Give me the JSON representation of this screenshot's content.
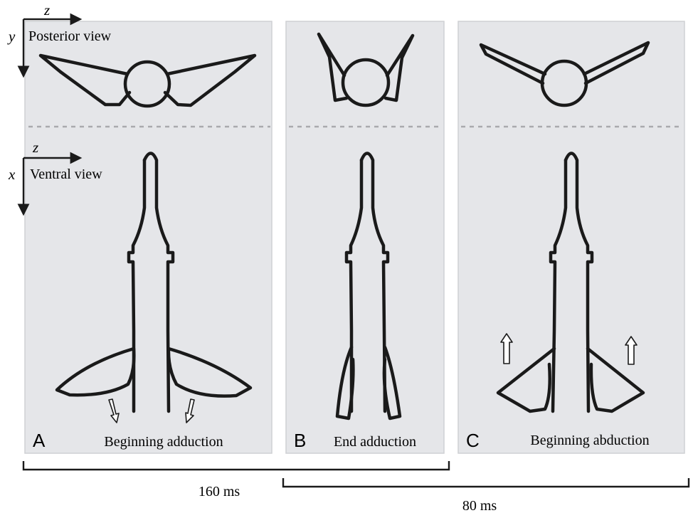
{
  "axes": {
    "posterior": {
      "horizontal": "z",
      "vertical": "y",
      "label": "Posterior view"
    },
    "ventral": {
      "horizontal": "z",
      "vertical": "x",
      "label": "Ventral view"
    }
  },
  "panels": [
    {
      "letter": "A",
      "caption": "Beginning adduction",
      "arrows": "down"
    },
    {
      "letter": "B",
      "caption": "End adduction",
      "arrows": "none"
    },
    {
      "letter": "C",
      "caption": "Beginning abduction",
      "arrows": "up"
    }
  ],
  "timings": [
    {
      "label": "160 ms"
    },
    {
      "label": "80 ms"
    }
  ],
  "colors": {
    "panel": "#e5e6e9",
    "outline": "#1a1a1a",
    "divider": "#a9a9ad"
  }
}
